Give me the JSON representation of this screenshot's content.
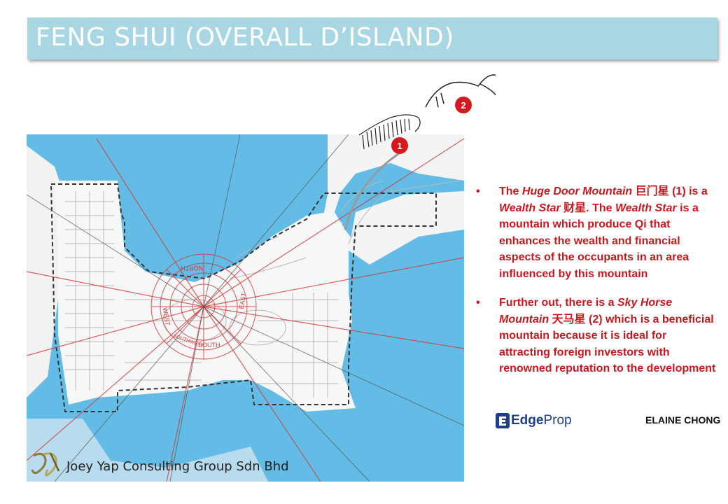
{
  "title": "FENG SHUI (OVERALL D’ISLAND)",
  "map": {
    "markers": [
      {
        "label": "1",
        "color": "#d7191f"
      },
      {
        "label": "2",
        "color": "#d7191f"
      }
    ],
    "compass_labels": {
      "north": "NORTH",
      "south": "SOUTH",
      "east": "EAST",
      "west": "WEST",
      "southwest": "SOUTHWEST"
    },
    "colors": {
      "water": "#62bce6",
      "land": "#f5f5f5",
      "lines": "#d23a3a"
    }
  },
  "bullets": [
    {
      "p1": "The ",
      "em1": "Huge Door Mountain",
      "p2": " 巨门星 (1) is a ",
      "em2": "Wealth Star",
      "p3": " 财星. The ",
      "em3": "Wealth Star",
      "p4": " is a mountain which produce Qi that enhances the wealth and financial aspects of the occupants in an area influenced by this mountain"
    },
    {
      "p1": "Further out, there is a ",
      "em1": "Sky Horse Mountain",
      "p2": " 天马星 (2) which is a beneficial mountain because it is ideal for attracting foreign investors with renowned reputation to the development"
    }
  ],
  "watermark": {
    "brand_a": "Edge",
    "brand_b": "Prop",
    "author": "ELAINE CHONG"
  },
  "footer": {
    "company": "Joey Yap Consulting Group Sdn Bhd",
    "logo_icon": "jy-monogram-icon"
  }
}
